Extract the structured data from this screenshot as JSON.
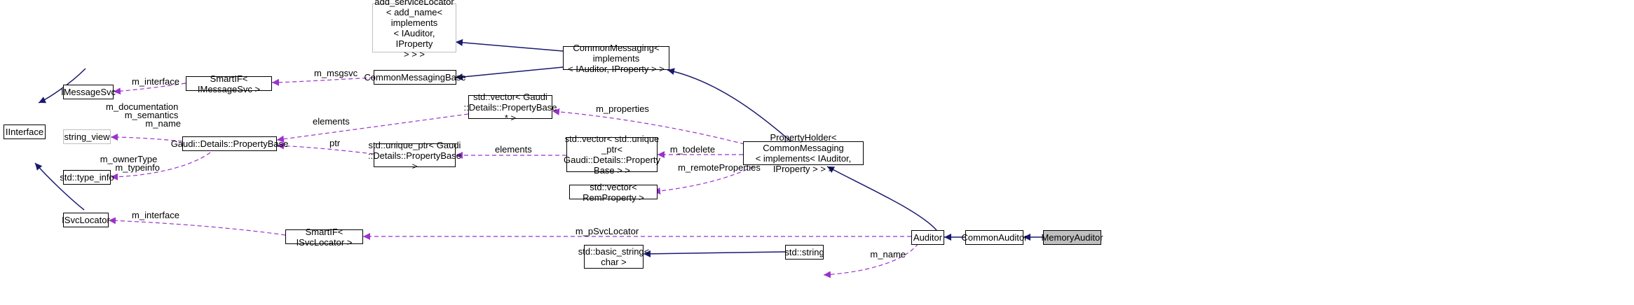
{
  "colors": {
    "inherit": "#191970",
    "usage": "#9a32cd",
    "focus_fill": "#bfbfbf"
  },
  "nodes": {
    "add_servicelocator": "add_serviceLocator\n< add_name< implements\n< IAuditor, IProperty\n> > >",
    "commonmessaging": "CommonMessaging< implements\n< IAuditor, IProperty > >",
    "commonmessagingbase": "CommonMessagingBase",
    "smartif_imessagesvc": "SmartIF< IMessageSvc >",
    "imessagesvc": "IMessageSvc",
    "iinterface": "IInterface",
    "string_view": "string_view",
    "propertybase": "Gaudi::Details::PropertyBase",
    "type_info": "std::type_info",
    "isvclocator": "ISvcLocator",
    "vector_propertybase": "std::vector< Gaudi\n::Details::PropertyBase * >",
    "unique_ptr_propertybase": "std::unique_ptr< Gaudi\n::Details::PropertyBase >",
    "vector_unique_ptr": "std::vector< std::unique\n_ptr< Gaudi::Details::Property\nBase > >",
    "vector_remproperty": "std::vector< RemProperty >",
    "propertyholder": "PropertyHolder< CommonMessaging\n< implements< IAuditor, IProperty > > >",
    "smartif_isvclocator": "SmartIF< ISvcLocator >",
    "auditor": "Auditor",
    "commonauditor": "CommonAuditor",
    "memoryauditor": "MemoryAuditor",
    "basic_string": "std::basic_string<\nchar >",
    "std_string": "std::string"
  },
  "edge_labels": {
    "m_msgsvc": "m_msgsvc",
    "m_interface_msg": "m_interface",
    "pb_to_string_view": "m_documentation\nm_semantics\nm_name",
    "pb_to_type_info": "m_ownerType\nm_typeinfo",
    "elements_vector": "elements",
    "ptr": "ptr",
    "elements_unique": "elements",
    "m_properties": "m_properties",
    "m_todelete": "m_todelete",
    "m_remoteproperties": "m_remoteProperties",
    "m_interface_svc": "m_interface",
    "m_psvclocator": "m_pSvcLocator",
    "m_name": "m_name"
  }
}
